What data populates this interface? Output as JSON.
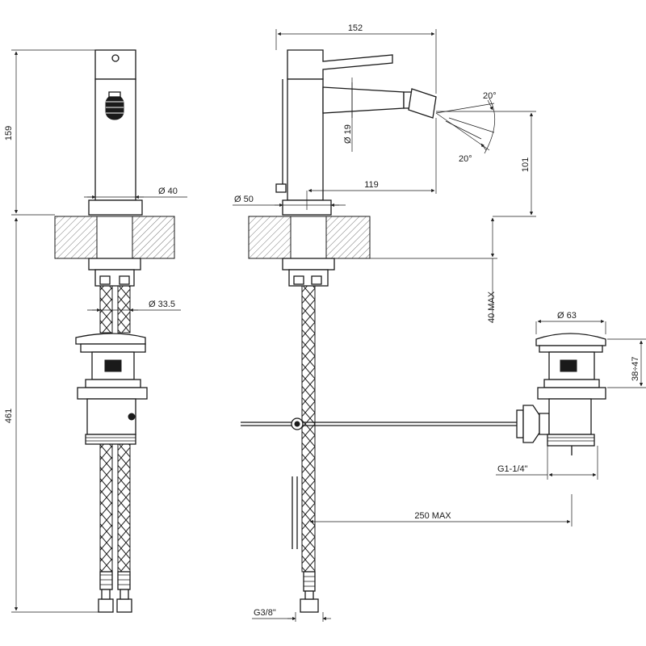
{
  "dimensions": {
    "d152": "152",
    "d159": "159",
    "d461": "461",
    "d40": "Ø 40",
    "d50": "Ø 50",
    "d19": "Ø 19",
    "d119": "119",
    "d101": "101",
    "a20_top": "20°",
    "a20_bottom": "20°",
    "d33_5": "Ø 33.5",
    "d40max": "40 MAX",
    "d63": "Ø 63",
    "d38_47": "38÷47",
    "g1_1_4": "G1-1/4\"",
    "d250max": "250 MAX",
    "g3_8": "G3/8\""
  }
}
